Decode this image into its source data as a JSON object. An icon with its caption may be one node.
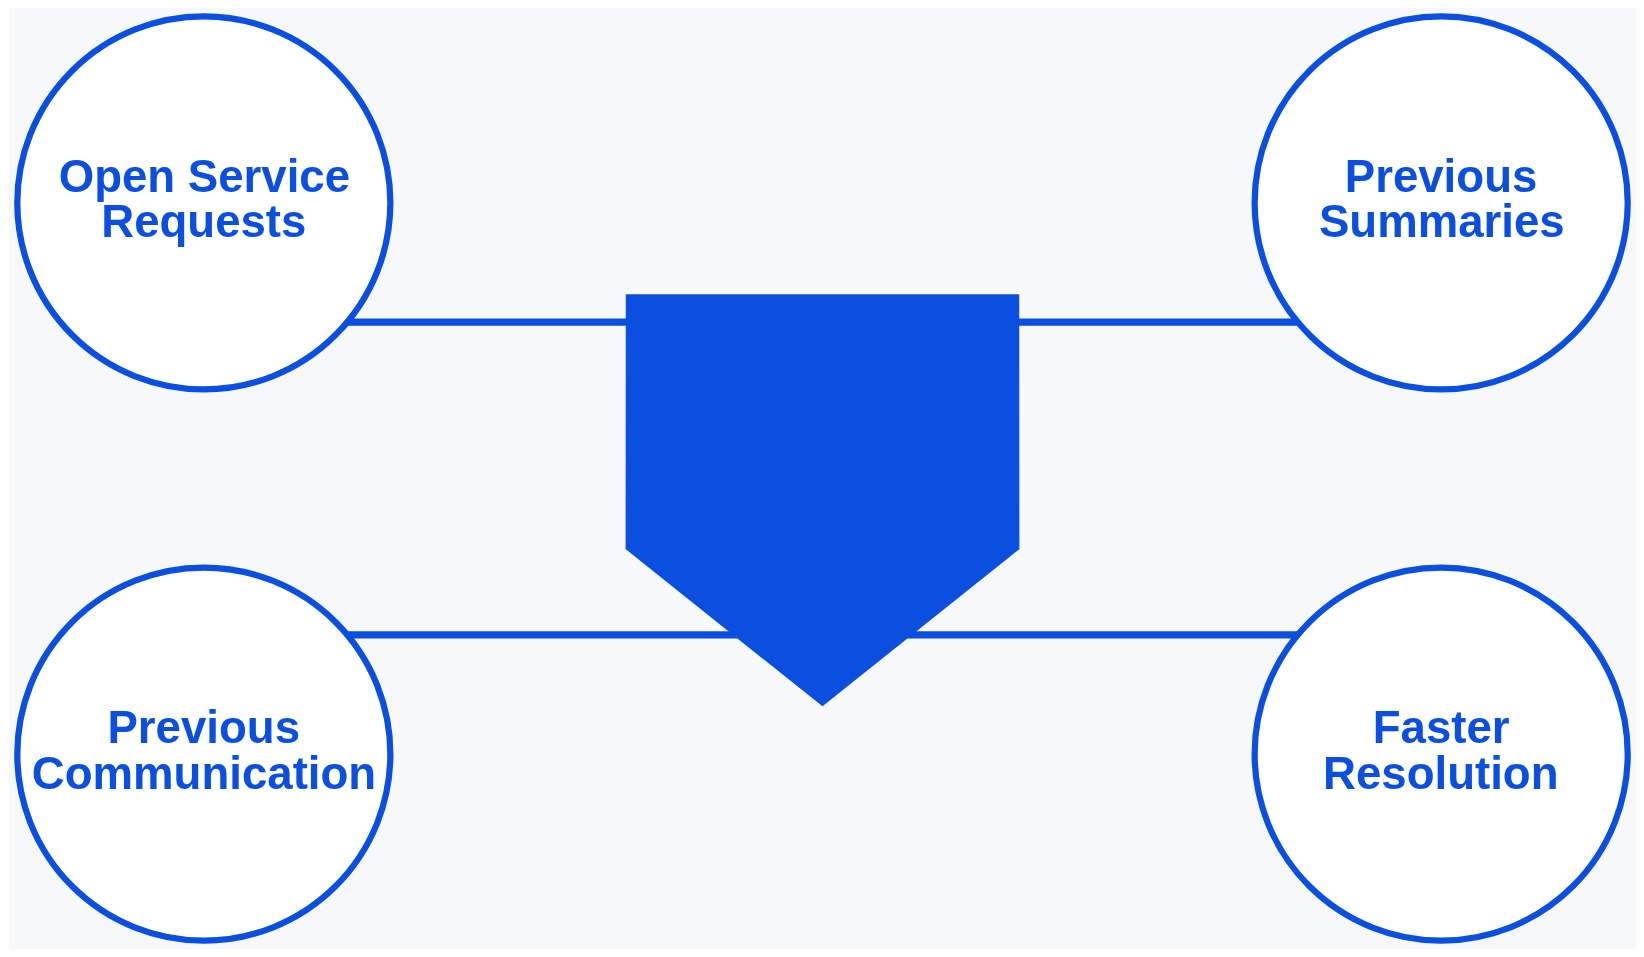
{
  "diagram": {
    "nodes": [
      {
        "text": [],
        "shape": "picture"
      },
      {
        "text": [
          "Open Service Requests"
        ]
      },
      {
        "text": [
          "Previous Summaries"
        ]
      },
      {
        "text": [
          "Previous Communication"
        ]
      },
      {
        "text": [
          "Faster Resolution"
        ]
      }
    ],
    "edges": [
      {
        "from": 1,
        "to": 0,
        "arrow": "none"
      },
      {
        "from": 0,
        "to": 2,
        "arrow": "none"
      },
      {
        "from": 3,
        "to": 0,
        "arrow": "none"
      },
      {
        "from": 0,
        "to": 4,
        "arrow": "none"
      }
    ]
  }
}
